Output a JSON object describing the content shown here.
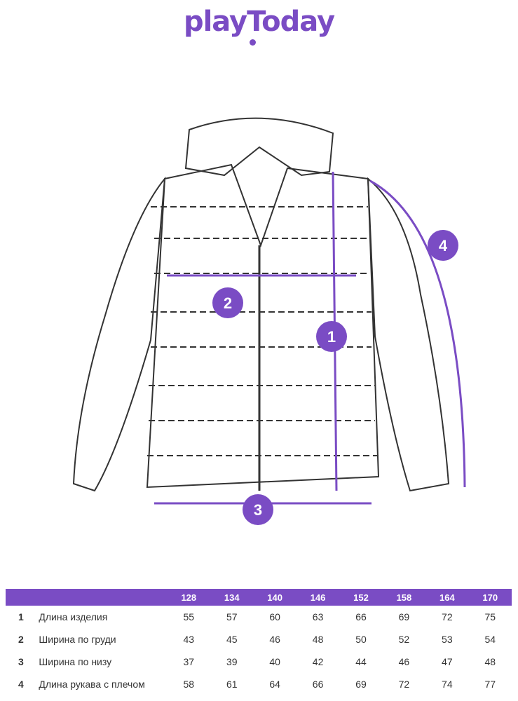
{
  "brand": {
    "name": "playToday"
  },
  "colors": {
    "accent": "#7a4cc4",
    "line": "#333333"
  },
  "markers": [
    "1",
    "2",
    "3",
    "4"
  ],
  "table": {
    "sizes": [
      "128",
      "134",
      "140",
      "146",
      "152",
      "158",
      "164",
      "170"
    ],
    "rows": [
      {
        "num": "1",
        "label": "Длина изделия",
        "values": [
          "55",
          "57",
          "60",
          "63",
          "66",
          "69",
          "72",
          "75"
        ]
      },
      {
        "num": "2",
        "label": "Ширина по груди",
        "values": [
          "43",
          "45",
          "46",
          "48",
          "50",
          "52",
          "53",
          "54"
        ]
      },
      {
        "num": "3",
        "label": "Ширина по низу",
        "values": [
          "37",
          "39",
          "40",
          "42",
          "44",
          "46",
          "47",
          "48"
        ]
      },
      {
        "num": "4",
        "label": "Длина рукава с плечом",
        "values": [
          "58",
          "61",
          "64",
          "66",
          "69",
          "72",
          "74",
          "77"
        ]
      }
    ]
  }
}
